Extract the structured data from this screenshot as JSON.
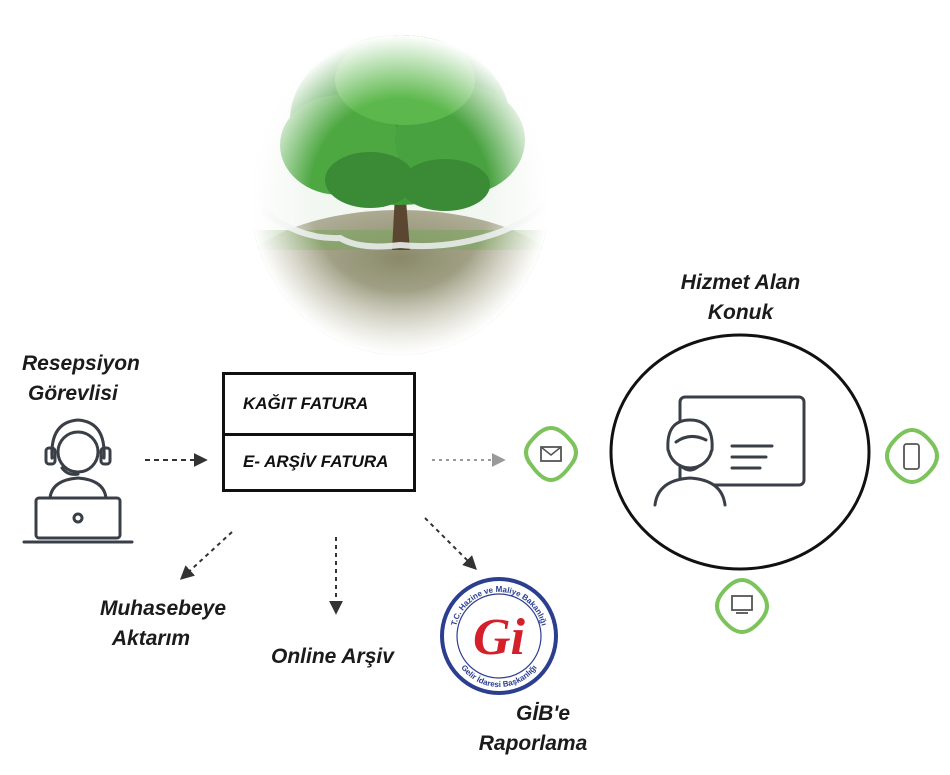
{
  "receptionist": {
    "line1": "Resepsiyon",
    "line2": "Görevlisi"
  },
  "guest": {
    "line1": "Hizmet Alan",
    "line2": "Konuk"
  },
  "invoice": {
    "paper": "KAĞIT FATURA",
    "earchive": "E- ARŞİV FATURA"
  },
  "outputs": {
    "accounting": {
      "line1": "Muhasebeye",
      "line2": "Aktarım"
    },
    "online_archive": "Online Arşiv",
    "gib": {
      "line1": "GİB'e",
      "line2": "Raporlama"
    }
  },
  "gib_logo": {
    "letter": "Gi",
    "arc_top": "T.C. Hazine ve Maliye Bakanlığı",
    "arc_bottom": "Gelir İdaresi Başkanlığı"
  },
  "colors": {
    "green_badge": "#7cc35c",
    "logo_red": "#d4202b",
    "logo_blue": "#2c3e8f",
    "tree_green": "#3f9a3a"
  },
  "icons": [
    "receptionist-headset-icon",
    "tablet-guest-icon",
    "email-icon",
    "mobile-phone-icon",
    "desktop-monitor-icon",
    "tree-globe-image"
  ]
}
